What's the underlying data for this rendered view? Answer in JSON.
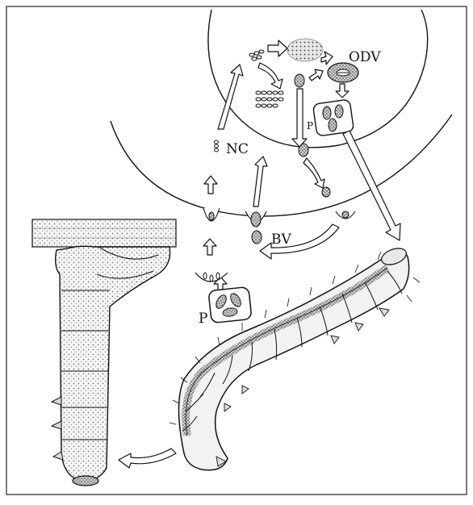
{
  "labels": {
    "odv": "ODV",
    "nc": "NC",
    "bv": "BV",
    "p_large": "P",
    "p_small": "P"
  },
  "colors": {
    "ink": "#111111",
    "stipple": "#555555",
    "background": "#ffffff"
  },
  "icons": [
    "cell-outline",
    "nucleus-outline",
    "occlusion-body",
    "virion-rod",
    "caterpillar-larva",
    "hanging-dead-larva",
    "white-arrow"
  ]
}
